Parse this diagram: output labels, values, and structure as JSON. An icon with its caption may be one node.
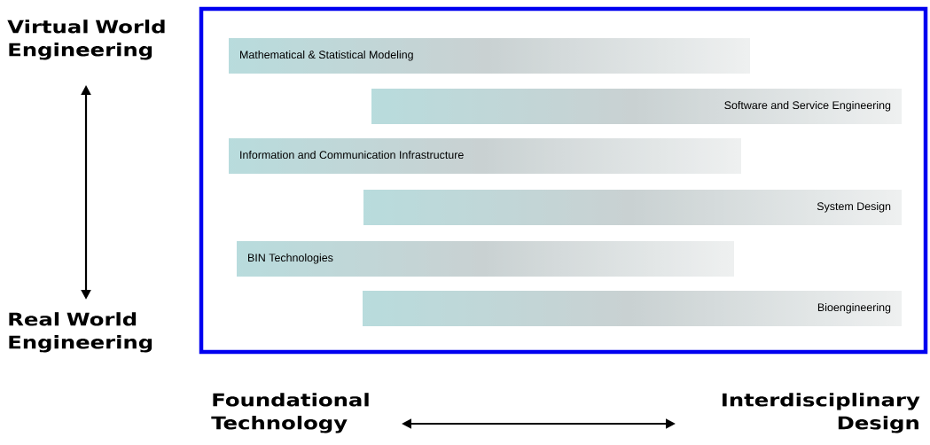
{
  "diagram": {
    "nodes": [
      {
        "text": [
          "Virtual World Engineering"
        ]
      },
      {
        "text": [],
        "shape": "box"
      },
      {
        "text": [
          "Mathematical & Statistical Modeling"
        ],
        "in": 1
      },
      {
        "text": [
          "Software and Service Engineering"
        ],
        "in": 1
      },
      {
        "text": [
          "Information and Communication Infrastructure"
        ],
        "in": 1
      },
      {
        "text": [
          "System Design"
        ],
        "in": 1
      },
      {
        "text": [
          "BIN Technologies"
        ],
        "in": 1
      },
      {
        "text": [
          "Bioengineering"
        ],
        "in": 1
      },
      {
        "text": [
          "Real World Engineering"
        ]
      },
      {
        "text": [
          "Foundational Technology"
        ]
      },
      {
        "text": [
          "Interdisciplinary Design"
        ]
      }
    ],
    "edges": [
      {
        "from": 0,
        "to": 8,
        "arrow": "both"
      },
      {
        "from": 9,
        "to": 10,
        "arrow": "both"
      }
    ]
  }
}
